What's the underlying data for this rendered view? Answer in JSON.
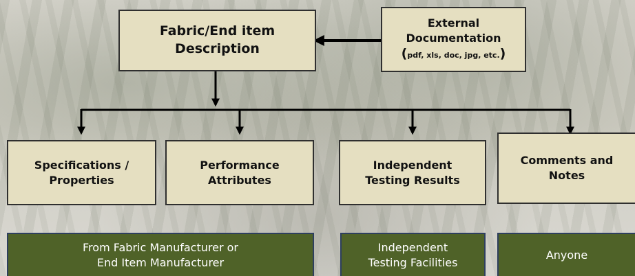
{
  "diagram": {
    "main_box": {
      "label": "Fabric/End item\nDescription"
    },
    "external_box": {
      "title": "External\nDocumentation",
      "paren_open": "(",
      "file_types": "pdf, xls, doc, jpg, etc.",
      "paren_close": ")"
    },
    "categories": [
      {
        "label": "Specifications /\nProperties"
      },
      {
        "label": "Performance\nAttributes"
      },
      {
        "label": "Independent\nTesting Results"
      },
      {
        "label": "Comments and\nNotes"
      }
    ],
    "sources": [
      {
        "label": "From Fabric Manufacturer or\nEnd Item Manufacturer"
      },
      {
        "label": "Independent\nTesting Facilities"
      },
      {
        "label": "Anyone"
      }
    ]
  },
  "colors": {
    "box_fill": "#e5dfc1",
    "box_border": "#2f2f2f",
    "source_fill": "#4f6228",
    "source_border": "#2e3f5e",
    "connector": "#000000"
  }
}
